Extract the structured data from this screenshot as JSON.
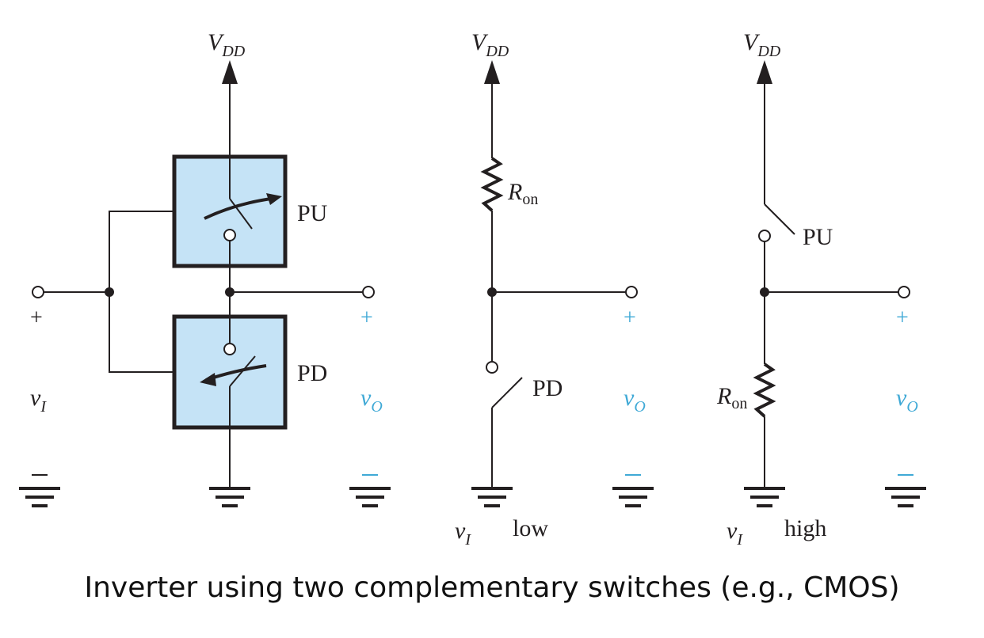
{
  "colors": {
    "box_fill": "#c5e3f6",
    "output_label": "#3fa9d6",
    "line": "#231f20"
  },
  "labels": {
    "vdd_main": "V",
    "vdd_sub": "DD",
    "pu": "PU",
    "pd": "PD",
    "plus": "+",
    "minus": "−",
    "v_in_main": "v",
    "v_in_sub": "I",
    "v_out_main": "v",
    "v_out_sub": "O",
    "r_main": "R",
    "r_sub": "on",
    "low": "low",
    "high": "high"
  },
  "caption": "Inverter using two complementary switches (e.g., CMOS)"
}
